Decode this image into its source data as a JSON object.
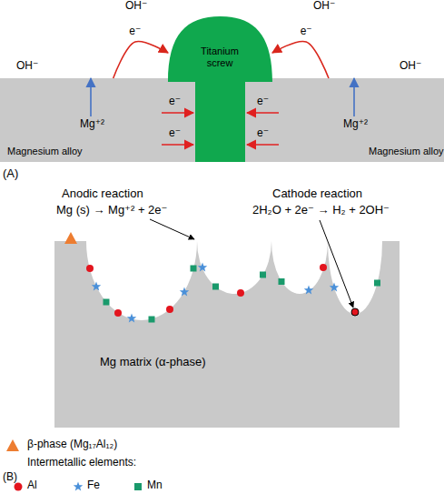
{
  "diagram": {
    "nodes": [
      {
        "text": [
          "Titanium screw"
        ]
      },
      {
        "text": [
          "Mg⁺²",
          "Magnesium alloy"
        ]
      },
      {
        "text": [
          "Mg⁺²",
          "Magnesium alloy"
        ]
      },
      {
        "text": [
          "Mg matrix (α-phase)"
        ]
      }
    ],
    "edges": [
      {
        "from": 1,
        "to": 0,
        "arrow": "to",
        "label": "e⁻"
      },
      {
        "from": 2,
        "to": 0,
        "arrow": "to",
        "label": "e⁻"
      }
    ],
    "labels": [
      "OH⁻",
      "OH⁻",
      "OH⁻",
      "OH⁻",
      "e⁻",
      "e⁻",
      "e⁻",
      "e⁻",
      "(A)",
      "Anodic reaction",
      "Mg (s) → Mg⁺² + 2e⁻",
      "Cathode reaction",
      "2H₂O + 2e⁻ → H₂ + 2OH⁻",
      "Intermetallic elements:",
      "(B)"
    ],
    "legend": [
      {
        "text": "β-phase (Mg₁₇Al₁₂)",
        "color": "#ed7d31"
      },
      {
        "text": "Al",
        "color": "#e3151e"
      },
      {
        "text": "Fe",
        "color": "#4a90d9"
      },
      {
        "text": "Mn",
        "color": "#1a9a6c"
      }
    ]
  }
}
